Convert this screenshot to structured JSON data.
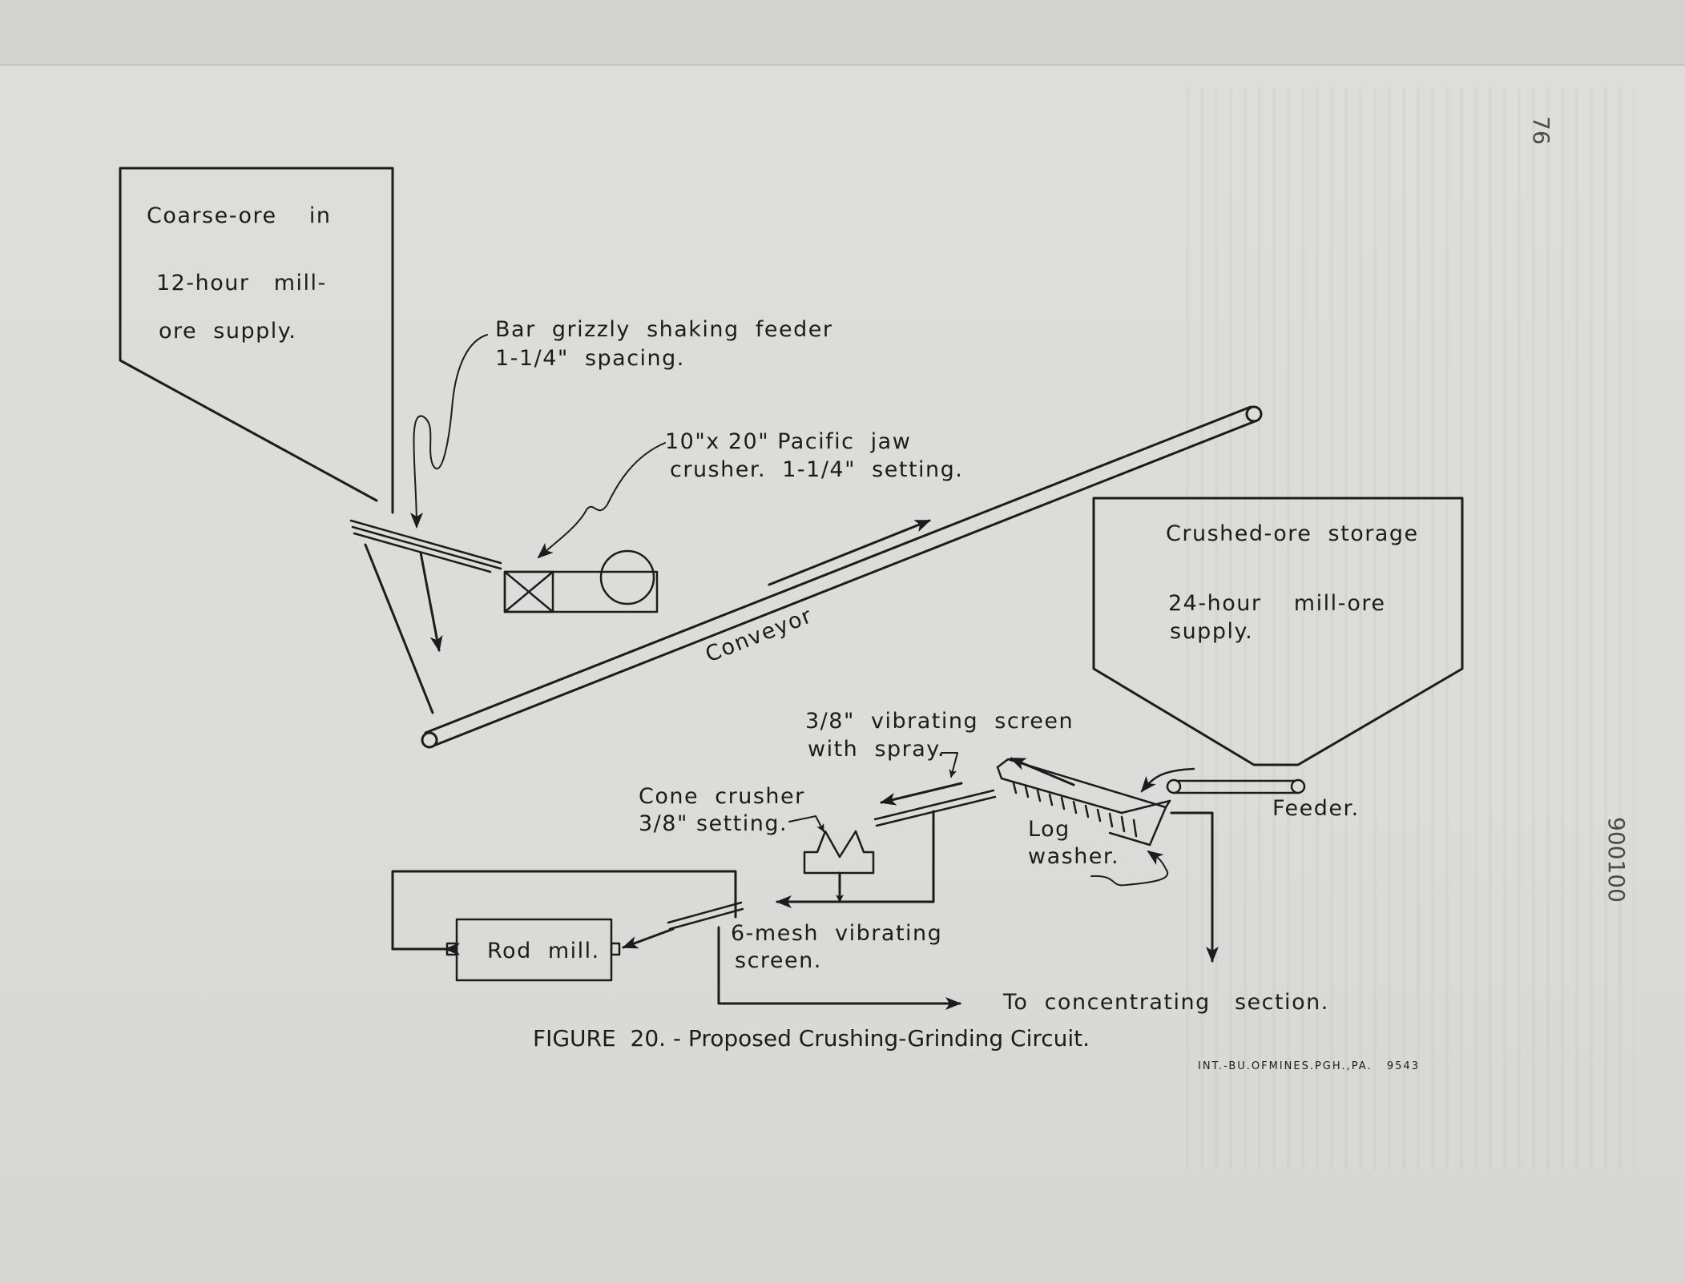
{
  "page_number": "76",
  "side_stamp": "900100",
  "labels": {
    "coarse_ore_1": "Coarse-ore    in",
    "coarse_ore_2": "12-hour   mill-",
    "coarse_ore_3": "ore  supply.",
    "grizzly_1": "Bar  grizzly  shaking  feeder",
    "grizzly_2": "1-1/4\"  spacing.",
    "jaw_1": "10\"x 20\" Pacific  jaw",
    "jaw_2": "crusher.  1-1/4\"  setting.",
    "conveyor": "Conveyor",
    "crushed_1": "Crushed-ore  storage",
    "crushed_2": "24-hour    mill-ore",
    "crushed_3": "supply.",
    "vib38_1": "3/8\"  vibrating  screen",
    "vib38_2": "with  spray.",
    "cone_1": "Cone  crusher",
    "cone_2": "3/8\" setting.",
    "log_1": "Log",
    "log_2": "washer.",
    "feeder": "Feeder.",
    "rod_mill": "Rod  mill.",
    "mesh6_1": "6-mesh  vibrating",
    "mesh6_2": "screen.",
    "to_conc": "To  concentrating   section."
  },
  "caption": "FIGURE  20. - Proposed Crushing-Grinding Circuit.",
  "credit": "INT.-BU.OFMINES.PGH.,PA.   9543"
}
